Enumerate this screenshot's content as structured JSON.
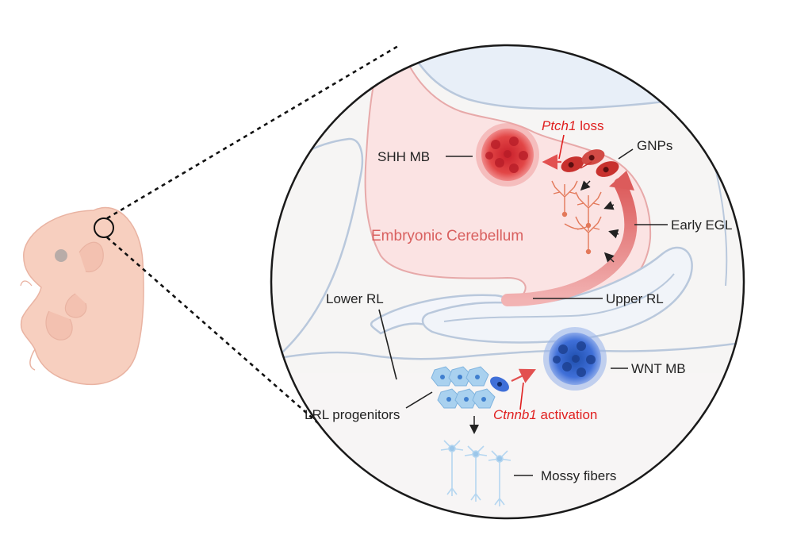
{
  "labels": {
    "shh_mb": "SHH MB",
    "ptch1": "Ptch1",
    "loss": " loss",
    "gnps": "GNPs",
    "embryonic_cerebellum": "Embryonic Cerebellum",
    "early_egl": "Early EGL",
    "lower_rl": "Lower RL",
    "upper_rl": "Upper RL",
    "wnt_mb": "WNT MB",
    "lrl_progenitors": "LRL progenitors",
    "ctnnb1": "Ctnnb1",
    "activation": " activation",
    "mossy_fibers": "Mossy fibers"
  },
  "colors": {
    "embryo_skin": "#f7cfbf",
    "cerebellum_fill": "#fbe3e3",
    "ventricle_fill": "#e8eff8",
    "tissue_outline": "#b9c8dc",
    "shh_tumor": "#e03a3a",
    "wnt_tumor": "#3f6fd8",
    "gnp_cell": "#c8312e",
    "lrl_cell": "#a9d1ef",
    "mossy_fiber": "#b5d6f0",
    "purkinje": "#e3795a",
    "arrow_red": "#e25050",
    "mutation_text": "#e02020"
  },
  "icons": [
    "embryo-icon",
    "shh-tumor-icon",
    "wnt-tumor-icon",
    "gnp-cell-icon",
    "lrl-progenitor-icon",
    "mossy-fiber-icon",
    "purkinje-neuron-icon"
  ]
}
